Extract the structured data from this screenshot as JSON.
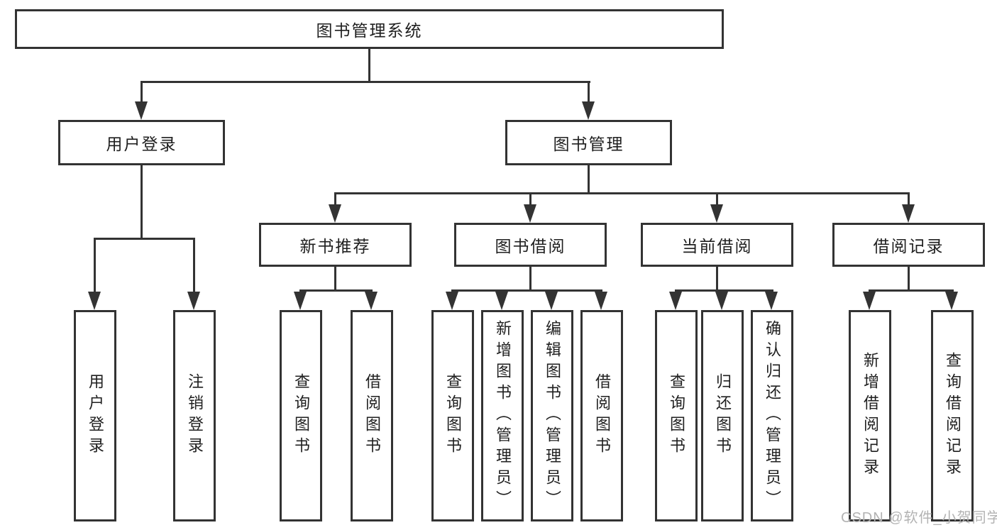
{
  "diagram": {
    "root": "图书管理系统",
    "level2": {
      "user_login": "用户登录",
      "book_mgmt": "图书管理"
    },
    "level3": {
      "new_books": "新书推荐",
      "book_borrow": "图书借阅",
      "current_borrow": "当前借阅",
      "borrow_records": "借阅记录"
    },
    "leaves": {
      "user_login": "用户登录",
      "logout": "注销登录",
      "nb_query": "查询图书",
      "nb_borrow": "借阅图书",
      "bb_query": "查询图书",
      "bb_add": "新增图书（管理员）",
      "bb_edit": "编辑图书（管理员）",
      "bb_borrow": "借阅图书",
      "cb_query": "查询图书",
      "cb_return": "归还图书",
      "cb_confirm": "确认归还（管理员）",
      "rec_add": "新增借阅记录",
      "rec_query": "查询借阅记录"
    }
  },
  "watermark": "CSDN @软件_小贺同学",
  "colors": {
    "line": "#333333",
    "text": "#1f1f1f",
    "background": "#ffffff",
    "watermark": "#b3b3b3"
  }
}
